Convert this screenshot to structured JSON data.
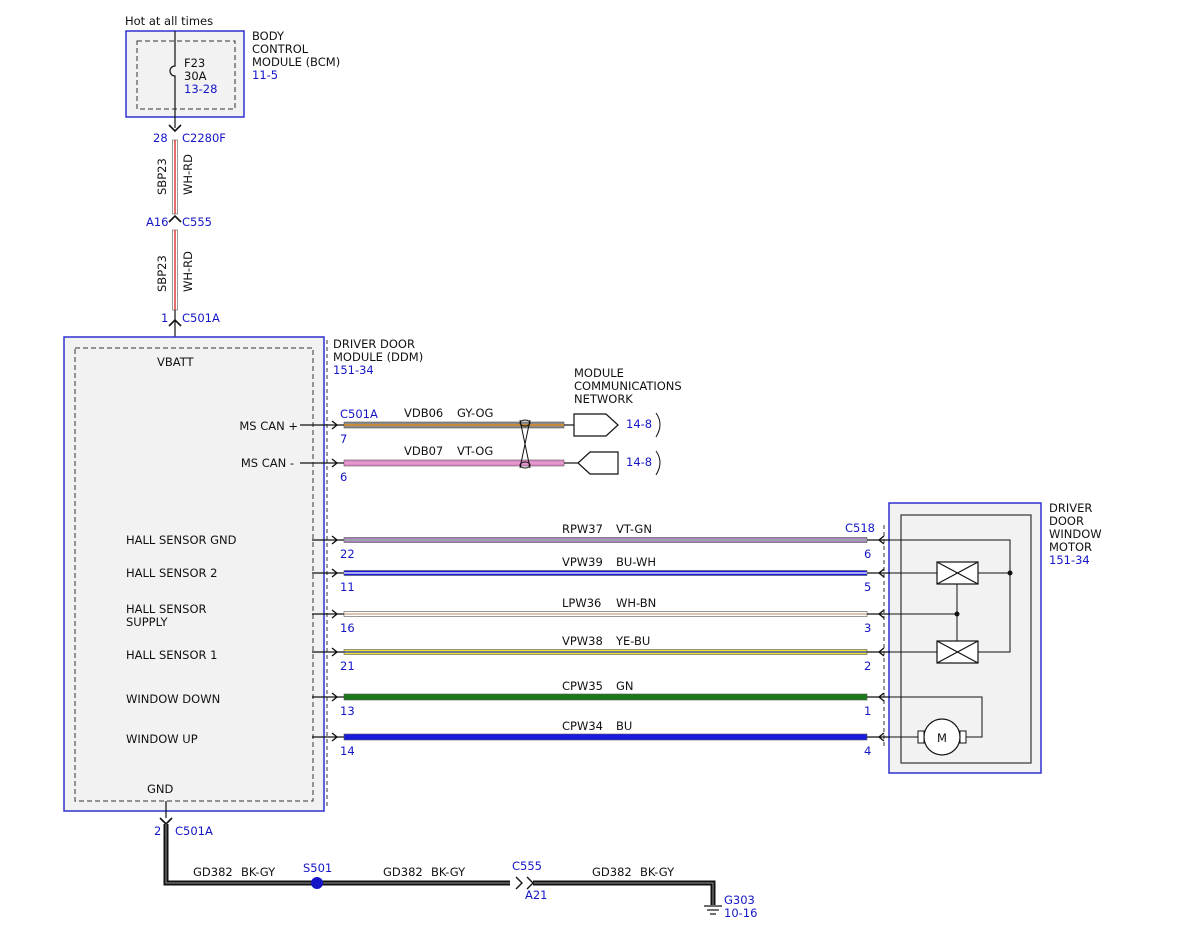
{
  "colors": {
    "ink": "#111111",
    "link": "#1515c8",
    "module_fill": "#f2f2f2",
    "module_border": "#3030d0",
    "ground_wire": "#111111"
  },
  "power": {
    "label": "Hot at all times",
    "fuse_name": "F23",
    "fuse_rating": "30A",
    "fuse_ref": "13-28"
  },
  "bcm": {
    "name_lines": [
      "BODY",
      "CONTROL",
      "MODULE (BCM)"
    ],
    "ref": "11-5"
  },
  "feed_connectors": [
    {
      "pin": "28",
      "connector": "C2280F"
    },
    {
      "pin": "A16",
      "connector": "C555"
    },
    {
      "pin": "1",
      "connector": "C501A"
    }
  ],
  "feed_wires": [
    {
      "circuit": "SBP23",
      "color": "WH-RD"
    },
    {
      "circuit": "SBP23",
      "color": "WH-RD"
    }
  ],
  "ddm": {
    "name_lines": [
      "DRIVER DOOR",
      "MODULE (DDM)"
    ],
    "ref": "151-34",
    "vbatt": "VBATT",
    "gnd": "GND"
  },
  "network": {
    "title_lines": [
      "MODULE",
      "COMMUNICATIONS",
      "NETWORK"
    ],
    "connector": "C501A",
    "lines": [
      {
        "signal": "MS CAN +",
        "pin": "7",
        "circuit": "VDB06",
        "color": "GY-OG",
        "ref": "14-8"
      },
      {
        "signal": "MS CAN -",
        "pin": "6",
        "circuit": "VDB07",
        "color": "VT-OG",
        "ref": "14-8"
      }
    ]
  },
  "motor": {
    "name_lines": [
      "DRIVER",
      "DOOR",
      "WINDOW",
      "MOTOR"
    ],
    "ref": "151-34",
    "connector": "C518",
    "motor_symbol": "M"
  },
  "signals": [
    {
      "label_lines": [
        "HALL SENSOR GND"
      ],
      "ddm_pin": "22",
      "circuit": "RPW37",
      "color": "VT-GN",
      "motor_pin": "6"
    },
    {
      "label_lines": [
        "HALL SENSOR 2"
      ],
      "ddm_pin": "11",
      "circuit": "VPW39",
      "color": "BU-WH",
      "motor_pin": "5"
    },
    {
      "label_lines": [
        "HALL SENSOR",
        "SUPPLY"
      ],
      "ddm_pin": "16",
      "circuit": "LPW36",
      "color": "WH-BN",
      "motor_pin": "3"
    },
    {
      "label_lines": [
        "HALL SENSOR 1"
      ],
      "ddm_pin": "21",
      "circuit": "VPW38",
      "color": "YE-BU",
      "motor_pin": "2"
    },
    {
      "label_lines": [
        "WINDOW DOWN"
      ],
      "ddm_pin": "13",
      "circuit": "CPW35",
      "color": "GN",
      "motor_pin": "1"
    },
    {
      "label_lines": [
        "WINDOW UP"
      ],
      "ddm_pin": "14",
      "circuit": "CPW34",
      "color": "BU",
      "motor_pin": "4"
    }
  ],
  "ground": {
    "ddm_pin": "2",
    "ddm_connector": "C501A",
    "segments": [
      {
        "circuit": "GD382",
        "color": "BK-GY"
      },
      {
        "circuit": "GD382",
        "color": "BK-GY"
      },
      {
        "circuit": "GD382",
        "color": "BK-GY"
      }
    ],
    "splice": "S501",
    "connector": "C555",
    "connector_pin": "A21",
    "ground_point": "G303",
    "ground_ref": "10-16"
  }
}
